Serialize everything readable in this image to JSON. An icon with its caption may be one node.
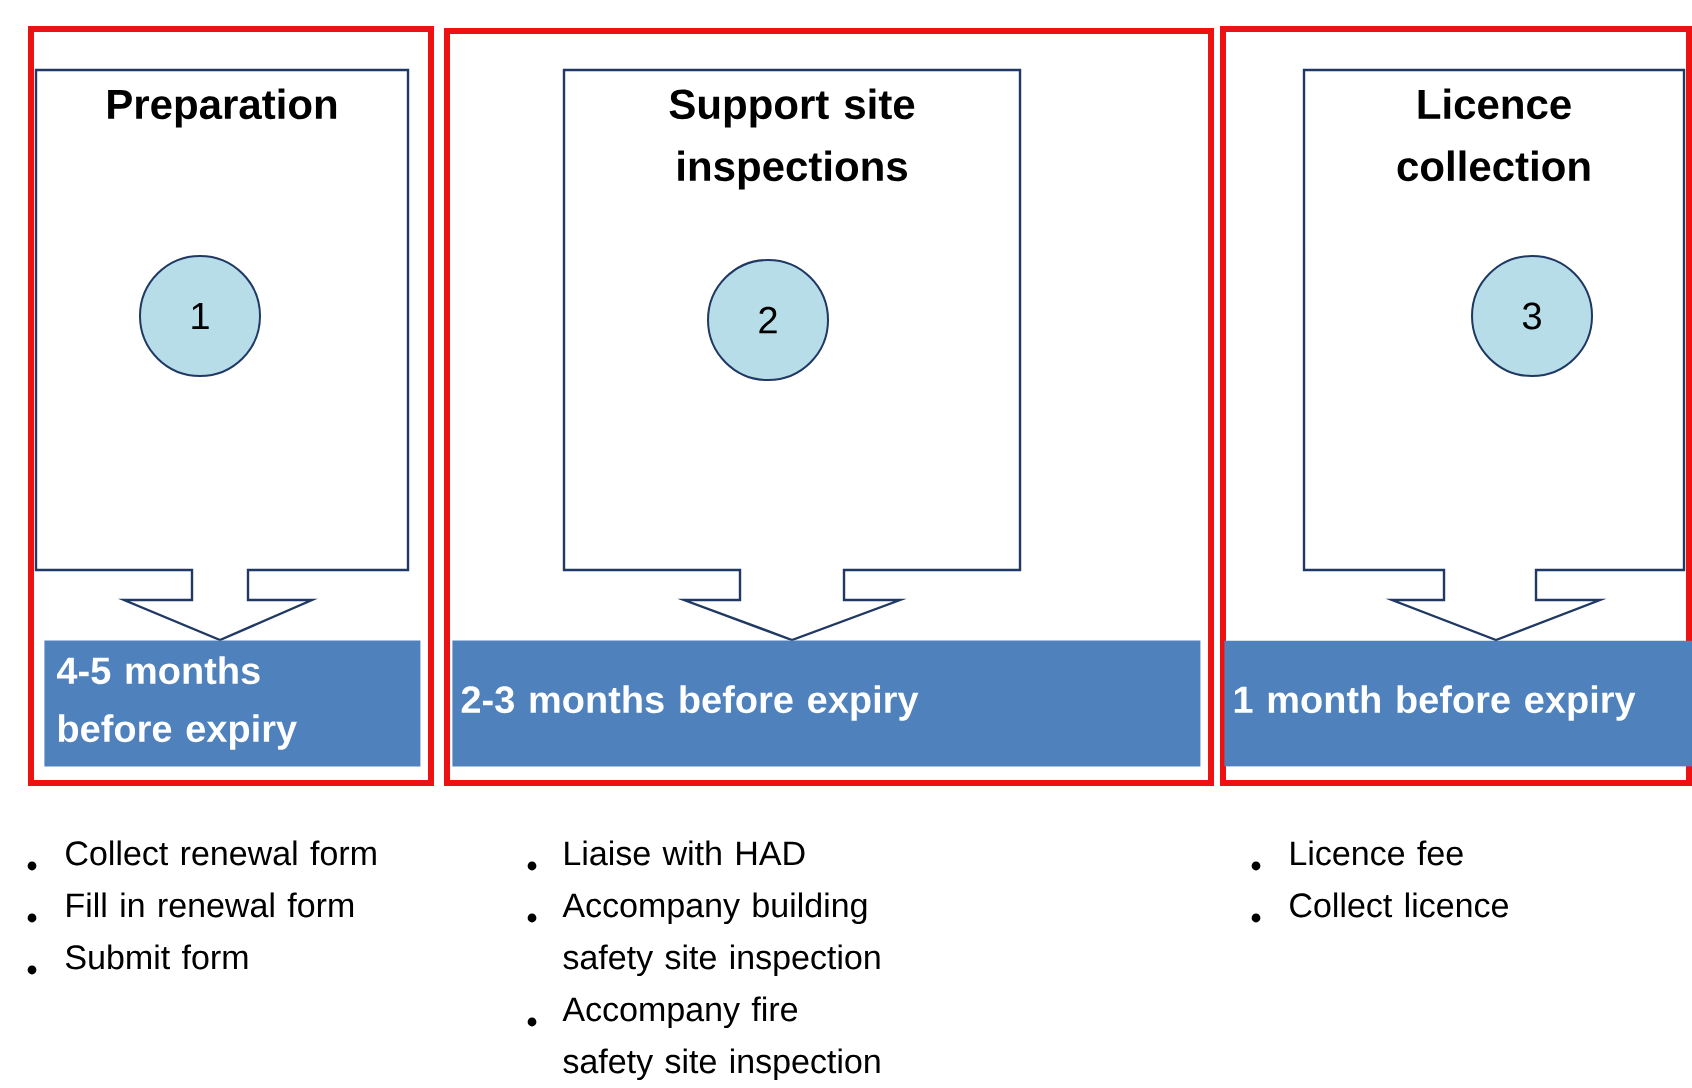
{
  "diagram": {
    "nodes": [
      {
        "text": [],
        "shape": "box"
      },
      {
        "text": [
          "Preparation"
        ],
        "in": 0
      },
      {
        "text": [
          "1"
        ],
        "in": 1
      },
      {
        "text": [
          "4-5 months before expiry"
        ],
        "in": 0
      },
      {
        "text": [],
        "shape": "box"
      },
      {
        "text": [
          "Support site inspections"
        ],
        "in": 4
      },
      {
        "text": [
          "2"
        ],
        "in": 5
      },
      {
        "text": [
          "2-3 months before expiry"
        ],
        "in": 4
      },
      {
        "text": [],
        "shape": "box"
      },
      {
        "text": [
          "Licence collection"
        ],
        "in": 8
      },
      {
        "text": [
          "3"
        ],
        "in": 9
      },
      {
        "text": [
          "1 month before expiry"
        ],
        "in": 8
      }
    ],
    "labels": [
      "Collect renewal form",
      "Fill in renewal form",
      "Submit form",
      "Liaise with HAD",
      "Accompany building safety site inspection",
      "Accompany fire safety site inspection",
      "Licence fee",
      "Collect licence"
    ]
  }
}
